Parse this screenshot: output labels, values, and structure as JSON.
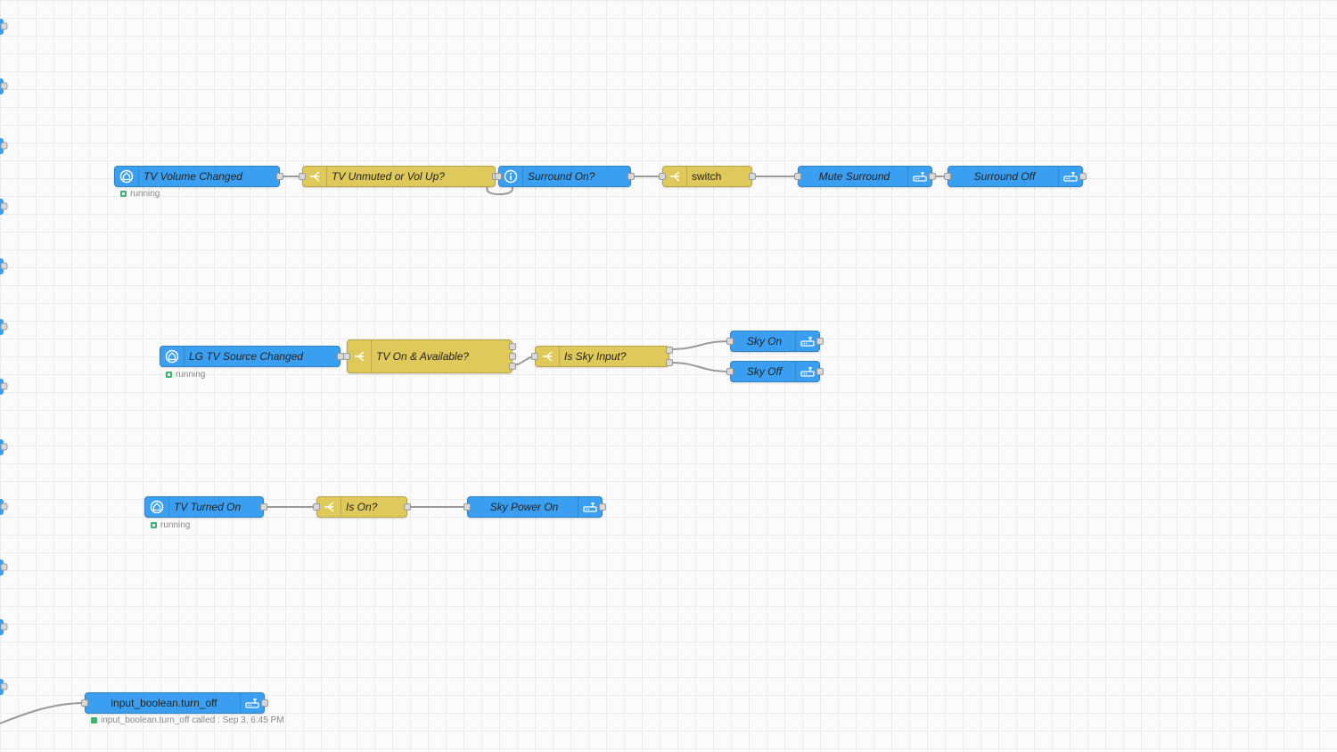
{
  "flows": {
    "volume": {
      "trigger": {
        "label": "TV Volume Changed",
        "status": "running"
      },
      "check_unmute": {
        "label": "TV Unmuted or Vol Up?"
      },
      "surround_on": {
        "label": "Surround On?"
      },
      "switch": {
        "label": "switch"
      },
      "mute_surround": {
        "label": "Mute Surround"
      },
      "surround_off": {
        "label": "Surround Off"
      }
    },
    "source": {
      "trigger": {
        "label": "LG TV Source Changed",
        "status": "running"
      },
      "tv_on_available": {
        "label": "TV On & Available?"
      },
      "is_sky_input": {
        "label": "Is Sky Input?"
      },
      "sky_on": {
        "label": "Sky On"
      },
      "sky_off": {
        "label": "Sky Off"
      }
    },
    "power": {
      "trigger": {
        "label": "TV Turned On",
        "status": "running"
      },
      "is_on": {
        "label": "Is On?"
      },
      "sky_power_on": {
        "label": "Sky Power On"
      }
    },
    "boolean": {
      "service": {
        "label": "input_boolean.turn_off",
        "status": "input_boolean.turn_off called : Sep 3, 6:45 PM"
      }
    }
  },
  "colors": {
    "service_node": "#3a9ff0",
    "switch_node": "#dfc95a",
    "status_ok": "#3cb371"
  },
  "icons": {
    "trigger": "home-assistant-icon",
    "switch": "switch-branch-icon",
    "current_state": "info-icon",
    "call_service": "router-icon"
  }
}
